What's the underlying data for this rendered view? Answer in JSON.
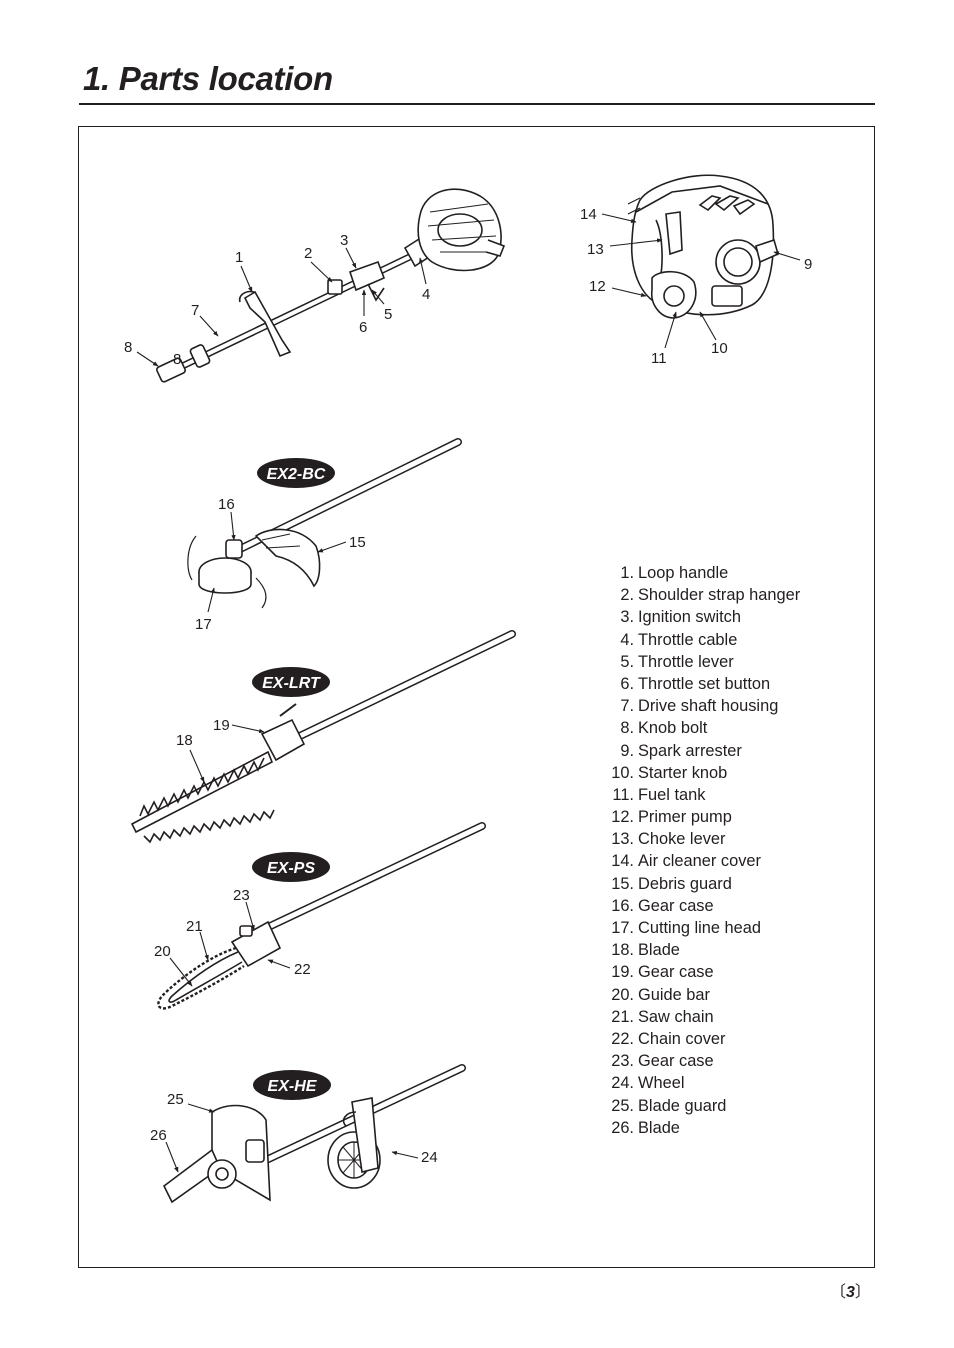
{
  "page": {
    "title": "1. Parts location",
    "page_number_left": "〔",
    "page_number": "3",
    "page_number_right": "〕"
  },
  "models": [
    "EX2-BC",
    "EX-LRT",
    "EX-PS",
    "EX-HE"
  ],
  "callouts": [
    "1",
    "2",
    "3",
    "4",
    "5",
    "6",
    "7",
    "8",
    "8",
    "9",
    "10",
    "11",
    "12",
    "13",
    "14",
    "15",
    "16",
    "17",
    "18",
    "19",
    "20",
    "21",
    "22",
    "23",
    "24",
    "25",
    "26"
  ],
  "parts": [
    {
      "num": "1.",
      "name": "Loop handle"
    },
    {
      "num": "2.",
      "name": "Shoulder strap hanger"
    },
    {
      "num": "3.",
      "name": "Ignition switch"
    },
    {
      "num": "4.",
      "name": "Throttle cable"
    },
    {
      "num": "5.",
      "name": "Throttle lever"
    },
    {
      "num": "6.",
      "name": "Throttle set button"
    },
    {
      "num": "7.",
      "name": "Drive shaft housing"
    },
    {
      "num": "8.",
      "name": "Knob bolt"
    },
    {
      "num": "9.",
      "name": "Spark arrester"
    },
    {
      "num": "10.",
      "name": "Starter knob"
    },
    {
      "num": "11.",
      "name": "Fuel tank"
    },
    {
      "num": "12.",
      "name": "Primer pump"
    },
    {
      "num": "13.",
      "name": "Choke lever"
    },
    {
      "num": "14.",
      "name": "Air cleaner cover"
    },
    {
      "num": "15.",
      "name": "Debris guard"
    },
    {
      "num": "16.",
      "name": "Gear case"
    },
    {
      "num": "17.",
      "name": "Cutting line head"
    },
    {
      "num": "18.",
      "name": "Blade"
    },
    {
      "num": "19.",
      "name": "Gear case"
    },
    {
      "num": "20.",
      "name": "Guide bar"
    },
    {
      "num": "21.",
      "name": "Saw chain"
    },
    {
      "num": "22.",
      "name": "Chain cover"
    },
    {
      "num": "23.",
      "name": "Gear case"
    },
    {
      "num": "24.",
      "name": "Wheel"
    },
    {
      "num": "25.",
      "name": "Blade guard"
    },
    {
      "num": "26.",
      "name": "Blade"
    }
  ]
}
